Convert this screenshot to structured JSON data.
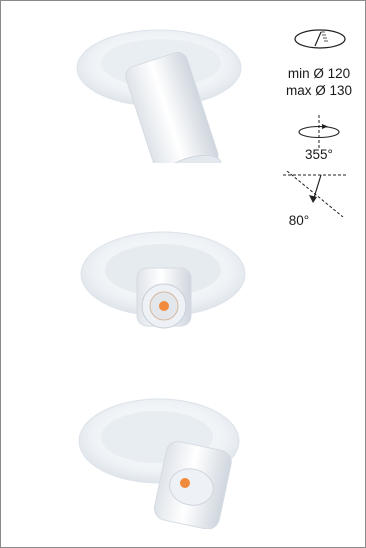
{
  "spec": {
    "cutout_min": "min Ø 120",
    "cutout_max": "max Ø 130",
    "rotation": "355°",
    "tilt": "80°"
  },
  "icons": {
    "cutout": "ceiling-cutout-icon",
    "rotation": "rotation-arrow-icon",
    "tilt": "tilt-angle-icon"
  },
  "colors": {
    "led": "#f08a3c",
    "body": "#eef2f6",
    "frame": "#8a8a8a"
  }
}
